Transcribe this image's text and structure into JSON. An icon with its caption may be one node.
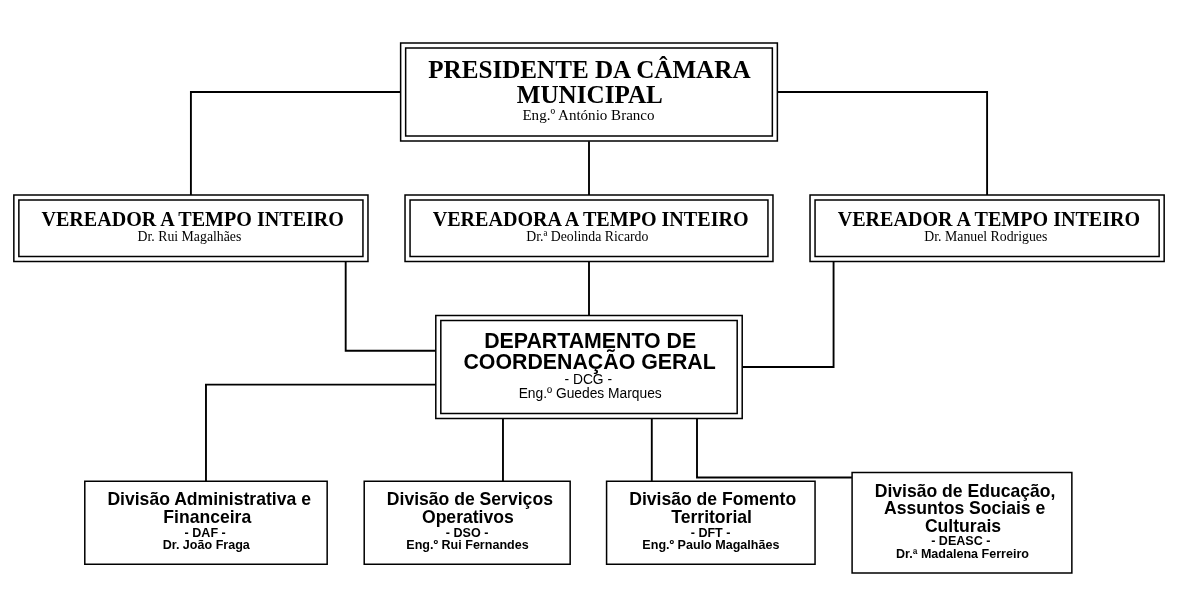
{
  "diagram": {
    "nodes": [
      {
        "text": [
          "PRESIDENTE DA CÂMARA MUNICIPAL",
          "Eng.º António Branco"
        ]
      },
      {
        "text": [
          "VEREADOR A TEMPO INTEIRO",
          "Dr. Rui Magalhães"
        ]
      },
      {
        "text": [
          "VEREADORA A TEMPO INTEIRO",
          "Dr.ª Deolinda Ricardo"
        ]
      },
      {
        "text": [
          "VEREADOR A TEMPO INTEIRO",
          "Dr. Manuel Rodrigues"
        ]
      },
      {
        "text": [
          "DEPARTAMENTO DE COORDENAÇÃO GERAL",
          "- DCG -",
          "Eng.º Guedes Marques"
        ]
      },
      {
        "text": [
          "Divisão Administrativa e Financeira",
          "- DAF -",
          "Dr. João Fraga"
        ]
      },
      {
        "text": [
          "Divisão de Serviços Operativos",
          "- DSO -",
          "Eng.º Rui Fernandes"
        ]
      },
      {
        "text": [
          "Divisão de Fomento Territorial",
          "- DFT -",
          "Eng.º Paulo Magalhães"
        ]
      },
      {
        "text": [
          "Divisão de Educação, Assuntos Sociais e Culturais",
          "- DEASC -",
          "Dr.ª Madalena Ferreiro"
        ]
      }
    ],
    "edges": [
      {
        "from": 0,
        "to": 1,
        "arrow": "none"
      },
      {
        "from": 0,
        "to": 2,
        "arrow": "none"
      },
      {
        "from": 0,
        "to": 3,
        "arrow": "none"
      },
      {
        "from": 1,
        "to": 4,
        "arrow": "none"
      },
      {
        "from": 2,
        "to": 4,
        "arrow": "none"
      },
      {
        "from": 3,
        "to": 4,
        "arrow": "none"
      },
      {
        "from": 4,
        "to": 5,
        "arrow": "none"
      },
      {
        "from": 4,
        "to": 6,
        "arrow": "none"
      },
      {
        "from": 4,
        "to": 7,
        "arrow": "none"
      },
      {
        "from": 4,
        "to": 8,
        "arrow": "none"
      }
    ]
  }
}
